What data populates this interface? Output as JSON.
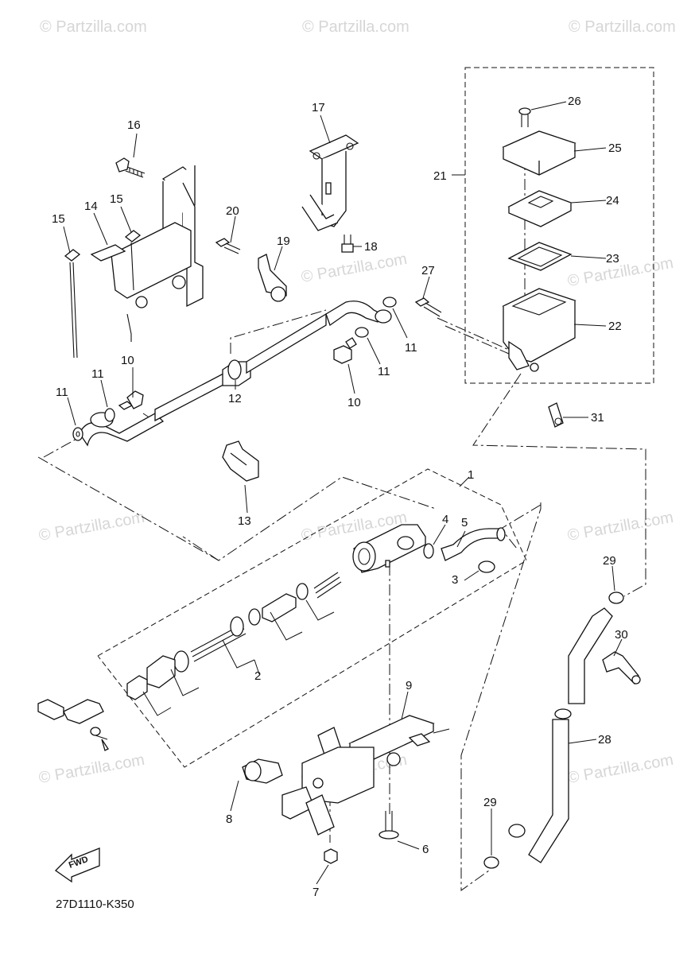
{
  "watermark": "© Partzilla.com",
  "diagram_code": "27D1110-K350",
  "fwd_label": "FWD",
  "callouts": [
    "1",
    "2",
    "3",
    "4",
    "5",
    "6",
    "7",
    "8",
    "9",
    "10",
    "10",
    "11",
    "11",
    "11",
    "11",
    "12",
    "13",
    "14",
    "15",
    "15",
    "16",
    "17",
    "18",
    "19",
    "20",
    "21",
    "22",
    "23",
    "24",
    "25",
    "26",
    "27",
    "28",
    "29",
    "29",
    "30",
    "31"
  ]
}
